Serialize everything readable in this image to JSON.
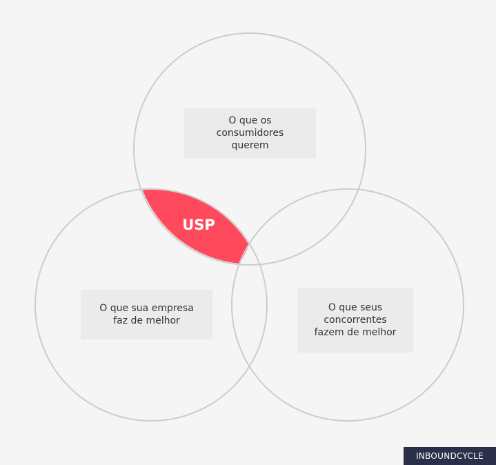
{
  "diagram": {
    "center_label": "USP",
    "circles": [
      {
        "id": "customers",
        "text": "O que os\nconsumidores\nquerem"
      },
      {
        "id": "company",
        "text": "O que sua empresa\nfaz de melhor"
      },
      {
        "id": "competitors",
        "text": "O que seus\nconcorrentes\nfazem de melhor"
      }
    ],
    "colors": {
      "highlight": "#ff4a5e",
      "circle_stroke": "#cccccc",
      "label_bg": "#ebebeb",
      "background": "#f5f5f5"
    }
  },
  "brand": {
    "logo_text": "INBOUNDCYCLE"
  }
}
